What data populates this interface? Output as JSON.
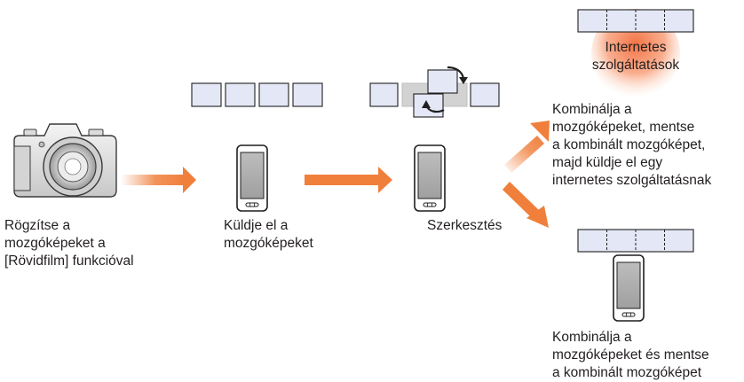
{
  "steps": {
    "record": {
      "lines": [
        "Rögzítse a",
        "mozgóképeket a",
        "[Rövidfilm] funkcióval"
      ]
    },
    "send": {
      "lines": [
        "Küldje el a",
        "mozgóképeket"
      ]
    },
    "edit": {
      "label": "Szerkesztés"
    },
    "service": {
      "lines": [
        "Internetes",
        "szolgáltatások"
      ]
    },
    "combine_send": {
      "lines": [
        "Kombinálja a",
        "mozgóképeket, mentse",
        "a kombinált mozgóképet,",
        "majd küldje el egy",
        "internetes szolgáltatásnak"
      ]
    },
    "combine_save": {
      "lines": [
        "Kombinálja a",
        "mozgóképeket és mentse",
        "a kombinált mozgóképet"
      ]
    }
  },
  "colors": {
    "arrow": "#f07f3c",
    "clip_fill": "#e4e7f6",
    "clip_stroke": "#1f1f1f",
    "glow": "#f26b3a"
  },
  "icons": [
    "camera-icon",
    "smartphone-icon",
    "swap-arrows-icon",
    "arrow-right-icon"
  ]
}
